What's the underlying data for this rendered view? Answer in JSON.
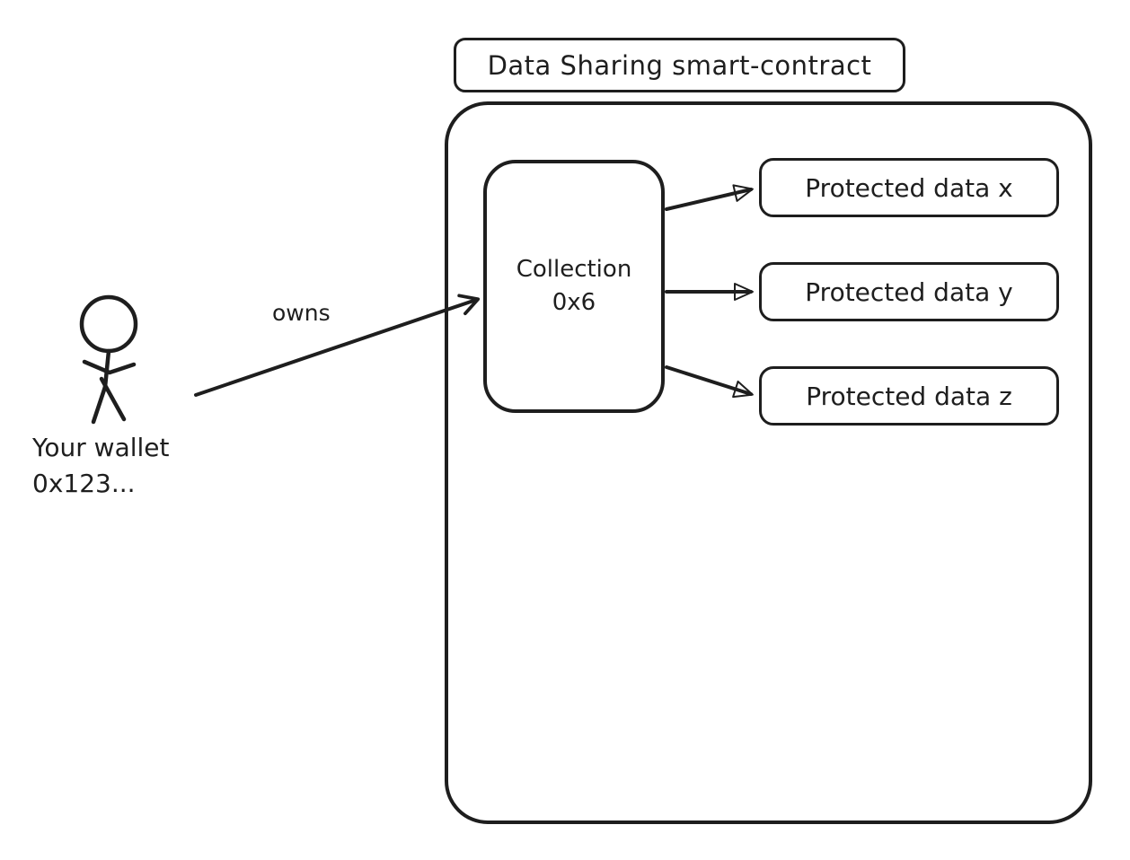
{
  "diagram": {
    "title": "Data Sharing smart-contract",
    "actor": {
      "label_line1": "Your wallet",
      "label_line2": "0x123..."
    },
    "owns_label": "owns",
    "collection": {
      "label_line1": "Collection",
      "label_line2": "0x6"
    },
    "protected_data": [
      {
        "label": "Protected data x"
      },
      {
        "label": "Protected data y"
      },
      {
        "label": "Protected data z"
      }
    ],
    "colors": {
      "stroke": "#1e1e1e",
      "background": "#ffffff"
    }
  }
}
